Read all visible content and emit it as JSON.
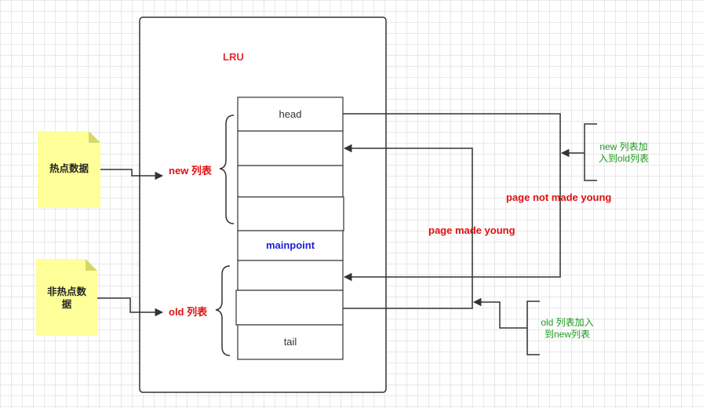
{
  "diagram": {
    "title": "LRU",
    "hot_note": "热点数据",
    "cold_note": [
      "非热点数",
      "据"
    ],
    "new_list_label": "new 列表",
    "old_list_label": "old 列表",
    "head_label": "head",
    "mainpoint_label": "mainpoint",
    "tail_label": "tail",
    "page_not_made_young_label": "page not made young",
    "page_made_young_label": "page made young",
    "new_to_old_note": [
      "new 列表加",
      "入到old列表"
    ],
    "old_to_new_note": [
      "old 列表加入",
      "到new列表"
    ]
  },
  "colors": {
    "title_red": "#e03030",
    "label_red": "#e01010",
    "mainpoint_blue": "#1c1ce0",
    "note_green": "#1a9a1a",
    "sticky_note_yellow": "#ffff99",
    "sticky_note_fold": "#d6d66b",
    "line": "#333333"
  }
}
